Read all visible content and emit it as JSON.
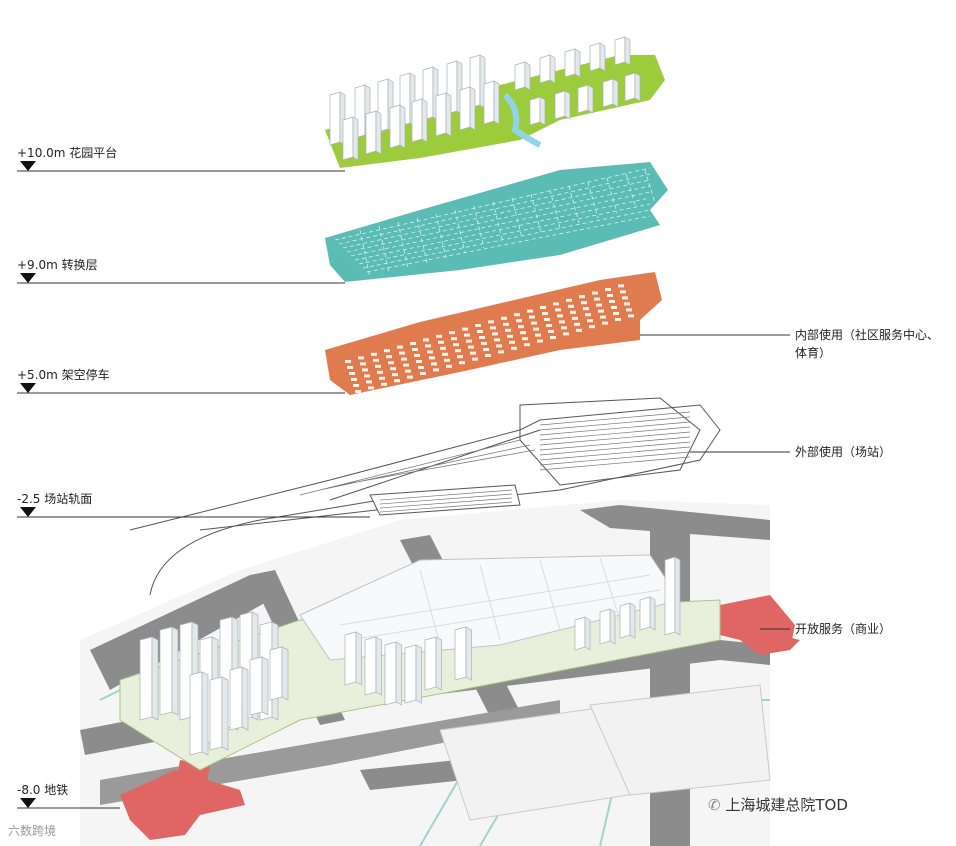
{
  "levels": [
    {
      "id": "garden",
      "label": "+10.0m 花园平台"
    },
    {
      "id": "transfer",
      "label": "+9.0m 转换层"
    },
    {
      "id": "parking",
      "label": "+5.0m 架空停车"
    },
    {
      "id": "track",
      "label": "-2.5 场站轨面"
    },
    {
      "id": "metro",
      "label": "-8.0  地铁"
    }
  ],
  "notes": {
    "internal_line1": "内部使用（社区服务中心、",
    "internal_line2": "体育）",
    "external": "外部使用（场站）",
    "open": "开放服务（商业）"
  },
  "watermark": {
    "brand": "上海城建总院TOD",
    "corner": "六数跨境"
  },
  "colors": {
    "garden": "#9ccb3b",
    "transfer": "#5bbcb6",
    "parking": "#e07a4f",
    "metro": "#e06666",
    "road": "#8c8c8c",
    "podium": "#e8f0dc"
  }
}
